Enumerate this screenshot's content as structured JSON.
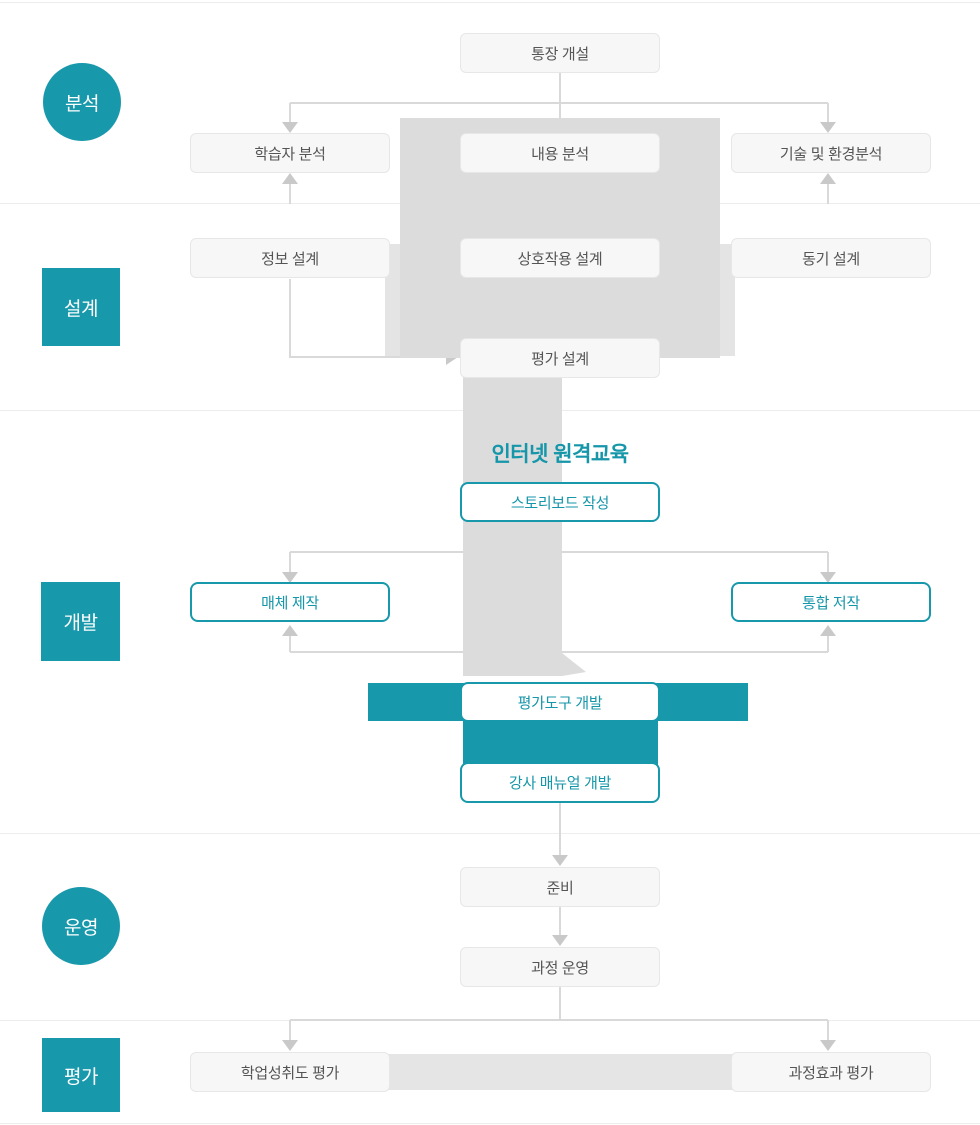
{
  "accent_color": "#1798ab",
  "gray_block_color": "#dcdcdc",
  "stages": {
    "analysis": "분석",
    "design": "설계",
    "development": "개발",
    "operation": "운영",
    "evaluation": "평가"
  },
  "boxes": {
    "course_open": "통장 개설",
    "learner_analysis": "학습자 분석",
    "content_analysis": "내용 분석",
    "tech_env_analysis": "기술 및 환경분석",
    "info_design": "정보 설계",
    "interaction_design": "상호작용 설계",
    "motivation_design": "동기 설계",
    "evaluation_design": "평가 설계",
    "heading": "인터넷 원격교육",
    "storyboard": "스토리보드 작성",
    "media_production": "매체 제작",
    "integrated_authoring": "통합 저작",
    "eval_tool_dev": "평가도구 개발",
    "instructor_manual_dev": "강사 매뉴얼 개발",
    "preparation": "준비",
    "course_operation": "과정 운영",
    "achievement_eval": "학업성취도 평가",
    "course_effect_eval": "과정효과 평가"
  }
}
